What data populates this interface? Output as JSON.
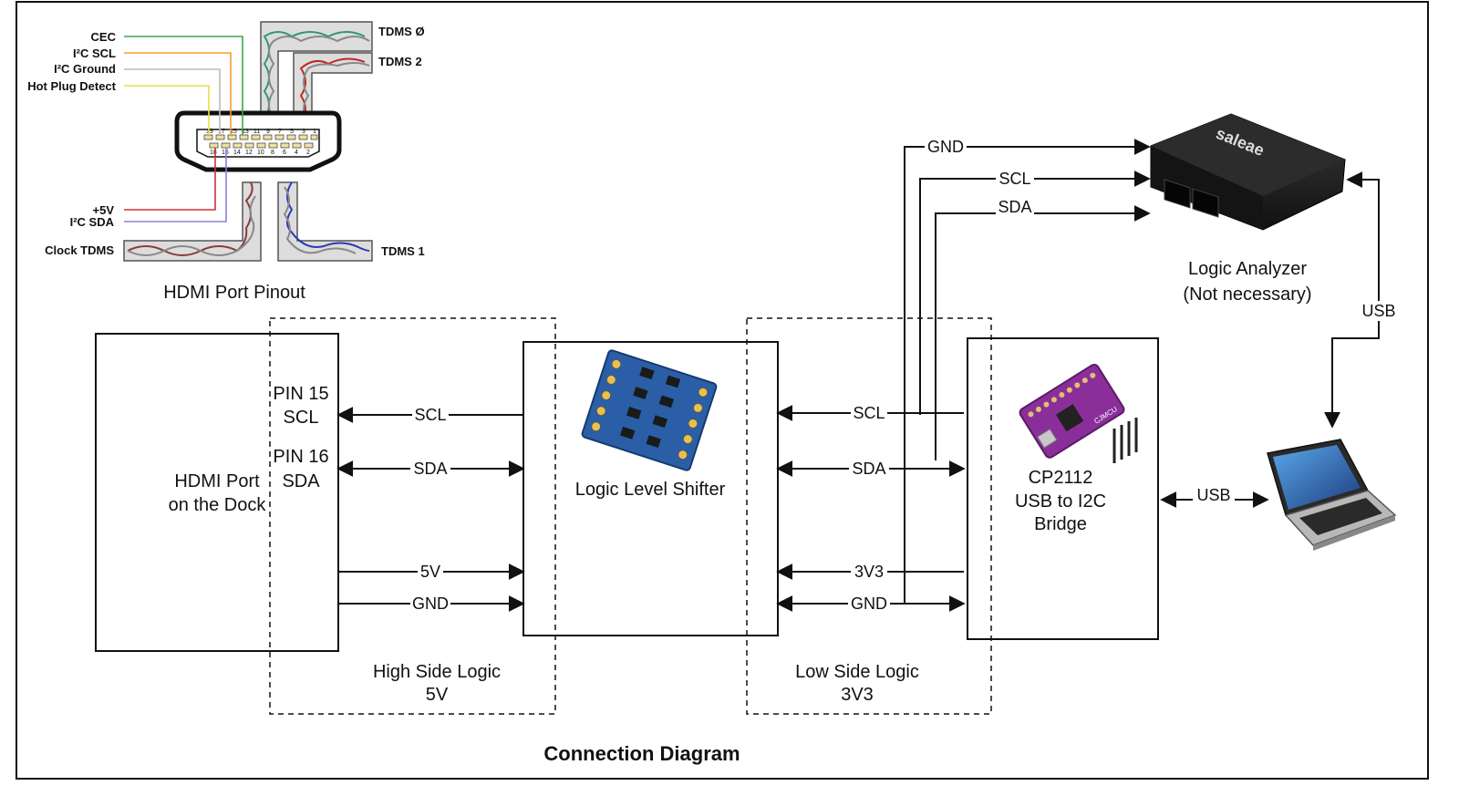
{
  "diagram": {
    "title": "Connection Diagram",
    "hdmi_pinout": {
      "caption": "HDMI Port Pinout",
      "left_labels": {
        "cec": "CEC",
        "i2c_scl": "I²C SCL",
        "i2c_ground": "I²C Ground",
        "hot_plug": "Hot Plug Detect",
        "plus5v": "+5V",
        "i2c_sda": "I²C SDA",
        "clock_tdms": "Clock TDMS"
      },
      "right_labels": {
        "tdms0": "TDMS Ø",
        "tdms2": "TDMS 2",
        "tdms1": "TDMS 1"
      },
      "top_pins": [
        "19",
        "17",
        "15",
        "13",
        "11",
        "9",
        "7",
        "5",
        "3",
        "1"
      ],
      "bottom_pins": [
        "18",
        "16",
        "14",
        "12",
        "10",
        "8",
        "6",
        "4",
        "2"
      ],
      "colors": {
        "cec": "#3aa84a",
        "scl": "#f0a028",
        "ground": "#bbbbbb",
        "hpd": "#e8e050",
        "v5": "#d03030",
        "sda": "#8a80d8",
        "clock": "#8b3a3a",
        "tdms0": "#2e9a6e",
        "tdms2": "#c02828",
        "tdms1": "#2a3ab8"
      }
    },
    "hdmi_dock": {
      "label_line1": "HDMI Port",
      "label_line2": "on the Dock"
    },
    "pins": {
      "pin15": "PIN 15",
      "pin15_sig": "SCL",
      "pin16": "PIN 16",
      "pin16_sig": "SDA"
    },
    "level_shifter": {
      "label": "Logic Level Shifter"
    },
    "cp2112": {
      "line1": "CP2112",
      "line2": "USB to I2C",
      "line3": "Bridge",
      "brand": "CJMCU"
    },
    "logic_analyzer": {
      "line1": "Logic Analyzer",
      "line2": "(Not necessary)",
      "brand": "saleae"
    },
    "high_side": {
      "line1": "High Side Logic",
      "line2": "5V"
    },
    "low_side": {
      "line1": "Low Side Logic",
      "line2": "3V3"
    },
    "wires": {
      "hs_scl": "SCL",
      "hs_sda": "SDA",
      "hs_5v": "5V",
      "hs_gnd": "GND",
      "ls_scl": "SCL",
      "ls_sda": "SDA",
      "ls_3v3": "3V3",
      "ls_gnd": "GND",
      "la_gnd": "GND",
      "la_scl": "SCL",
      "la_sda": "SDA",
      "usb_la": "USB",
      "usb_pc": "USB"
    }
  }
}
